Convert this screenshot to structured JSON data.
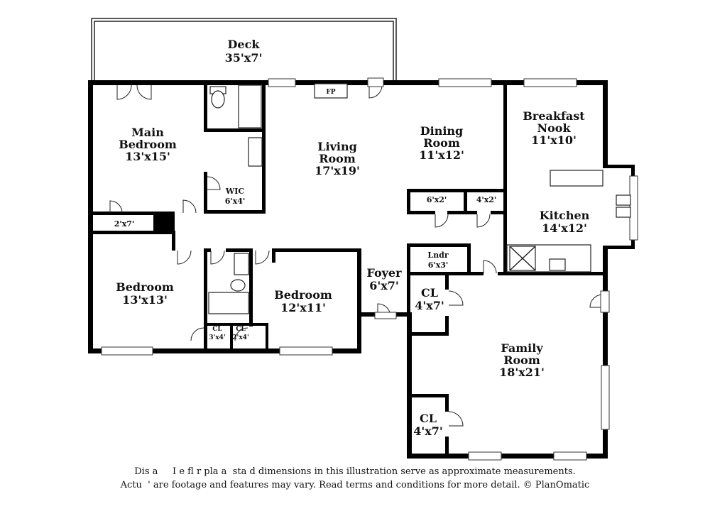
{
  "rooms": {
    "deck": {
      "name": "Deck",
      "size": "35'x7'"
    },
    "main_bedroom": {
      "line1": "Main",
      "line2": "Bedroom",
      "size": "13'x15'"
    },
    "living_room": {
      "line1": "Living",
      "line2": "Room",
      "size": "17'x19'"
    },
    "dining_room": {
      "line1": "Dining",
      "line2": "Room",
      "size": "11'x12'"
    },
    "breakfast_nook": {
      "line1": "Breakfast",
      "line2": "Nook",
      "size": "11'x10'"
    },
    "wic": {
      "name": "WIC",
      "size": "6'x4'"
    },
    "closet_main": {
      "size": "2'x7'"
    },
    "closet_dining_1": {
      "size": "6'x2'"
    },
    "closet_dining_2": {
      "size": "4'x2'"
    },
    "kitchen": {
      "name": "Kitchen",
      "size": "14'x12'"
    },
    "bedroom_left": {
      "name": "Bedroom",
      "size": "13'x13'"
    },
    "bedroom_mid": {
      "name": "Bedroom",
      "size": "12'x11'"
    },
    "laundry": {
      "name": "Lndr",
      "size": "6'x3'"
    },
    "foyer": {
      "name": "Foyer",
      "size": "6'x7'"
    },
    "closet_foyer": {
      "name": "CL",
      "size": "4'x7'"
    },
    "closet_hall_1": {
      "name": "CL",
      "size": "3'x4'"
    },
    "closet_hall_2": {
      "name": "CL",
      "size": "2'x4'"
    },
    "family_room": {
      "line1": "Family",
      "line2": "Room",
      "size": "18'x21'"
    },
    "closet_family": {
      "name": "CL",
      "size": "4'x7'"
    }
  },
  "fireplace": "FP",
  "disclaimer": {
    "line1": "Dis a     I e fl r pla a  sta d dimensions in this illustration serve as approximate measurements.",
    "line2": "Actu  ' are footage and features may vary. Read terms and conditions for more detail. © PlanOmatic"
  }
}
